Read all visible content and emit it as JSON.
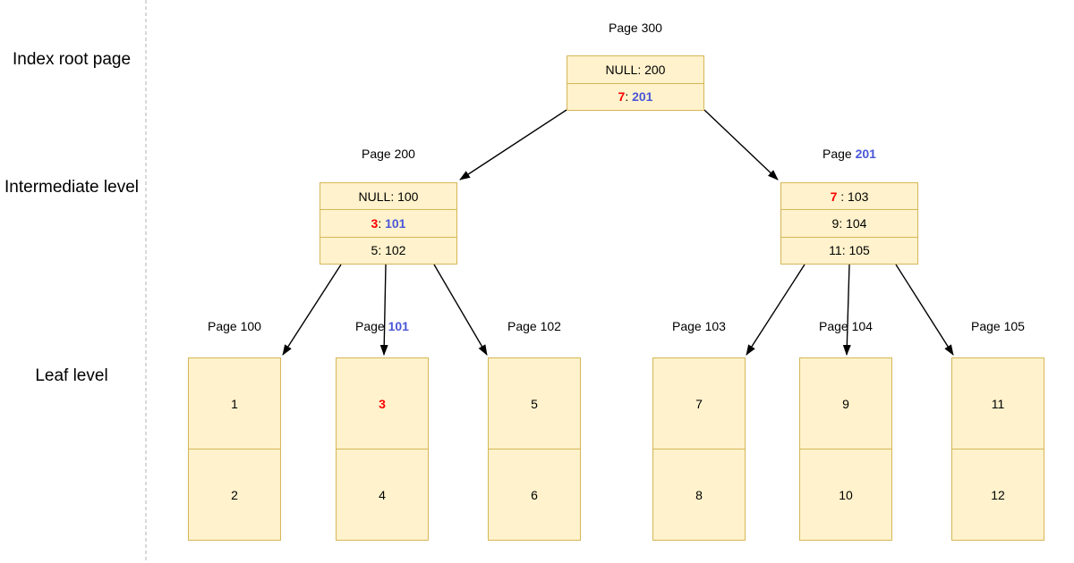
{
  "colors": {
    "box_fill": "#FFF2CC",
    "box_border": "#D6B656",
    "highlight_red": "#FF0000",
    "highlight_blue": "#4A57D8",
    "arrow": "#000000",
    "separator_line": "#B0B0B0"
  },
  "level_labels": [
    {
      "text": "Index root page"
    },
    {
      "text": "Intermediate level"
    },
    {
      "text": "Leaf level"
    }
  ],
  "root_page": {
    "label": "Page 300",
    "rows": [
      {
        "text": "NULL: 200"
      },
      {
        "key": "7",
        "sep": ": ",
        "value": "201"
      }
    ]
  },
  "intermediate_pages": [
    {
      "label_prefix": "Page ",
      "label_number": "200",
      "rows": [
        {
          "text": "NULL: 100"
        },
        {
          "key": "3",
          "sep": ": ",
          "value": "101"
        },
        {
          "text": "5: 102"
        }
      ]
    },
    {
      "label_prefix": "Page ",
      "label_number": "201",
      "rows": [
        {
          "key": "7",
          "sep": " : ",
          "value": "103"
        },
        {
          "text": "9: 104"
        },
        {
          "text": "11: 105"
        }
      ]
    }
  ],
  "leaf_pages": [
    {
      "label_prefix": "Page ",
      "label_number": "100",
      "cells": [
        "1",
        "2"
      ]
    },
    {
      "label_prefix": "Page ",
      "label_number": "101",
      "cells": [
        "3",
        "4"
      ]
    },
    {
      "label_prefix": "Page ",
      "label_number": "102",
      "cells": [
        "5",
        "6"
      ]
    },
    {
      "label_prefix": "Page ",
      "label_number": "103",
      "cells": [
        "7",
        "8"
      ]
    },
    {
      "label_prefix": "Page ",
      "label_number": "104",
      "cells": [
        "9",
        "10"
      ]
    },
    {
      "label_prefix": "Page ",
      "label_number": "105",
      "cells": [
        "11",
        "12"
      ]
    }
  ]
}
